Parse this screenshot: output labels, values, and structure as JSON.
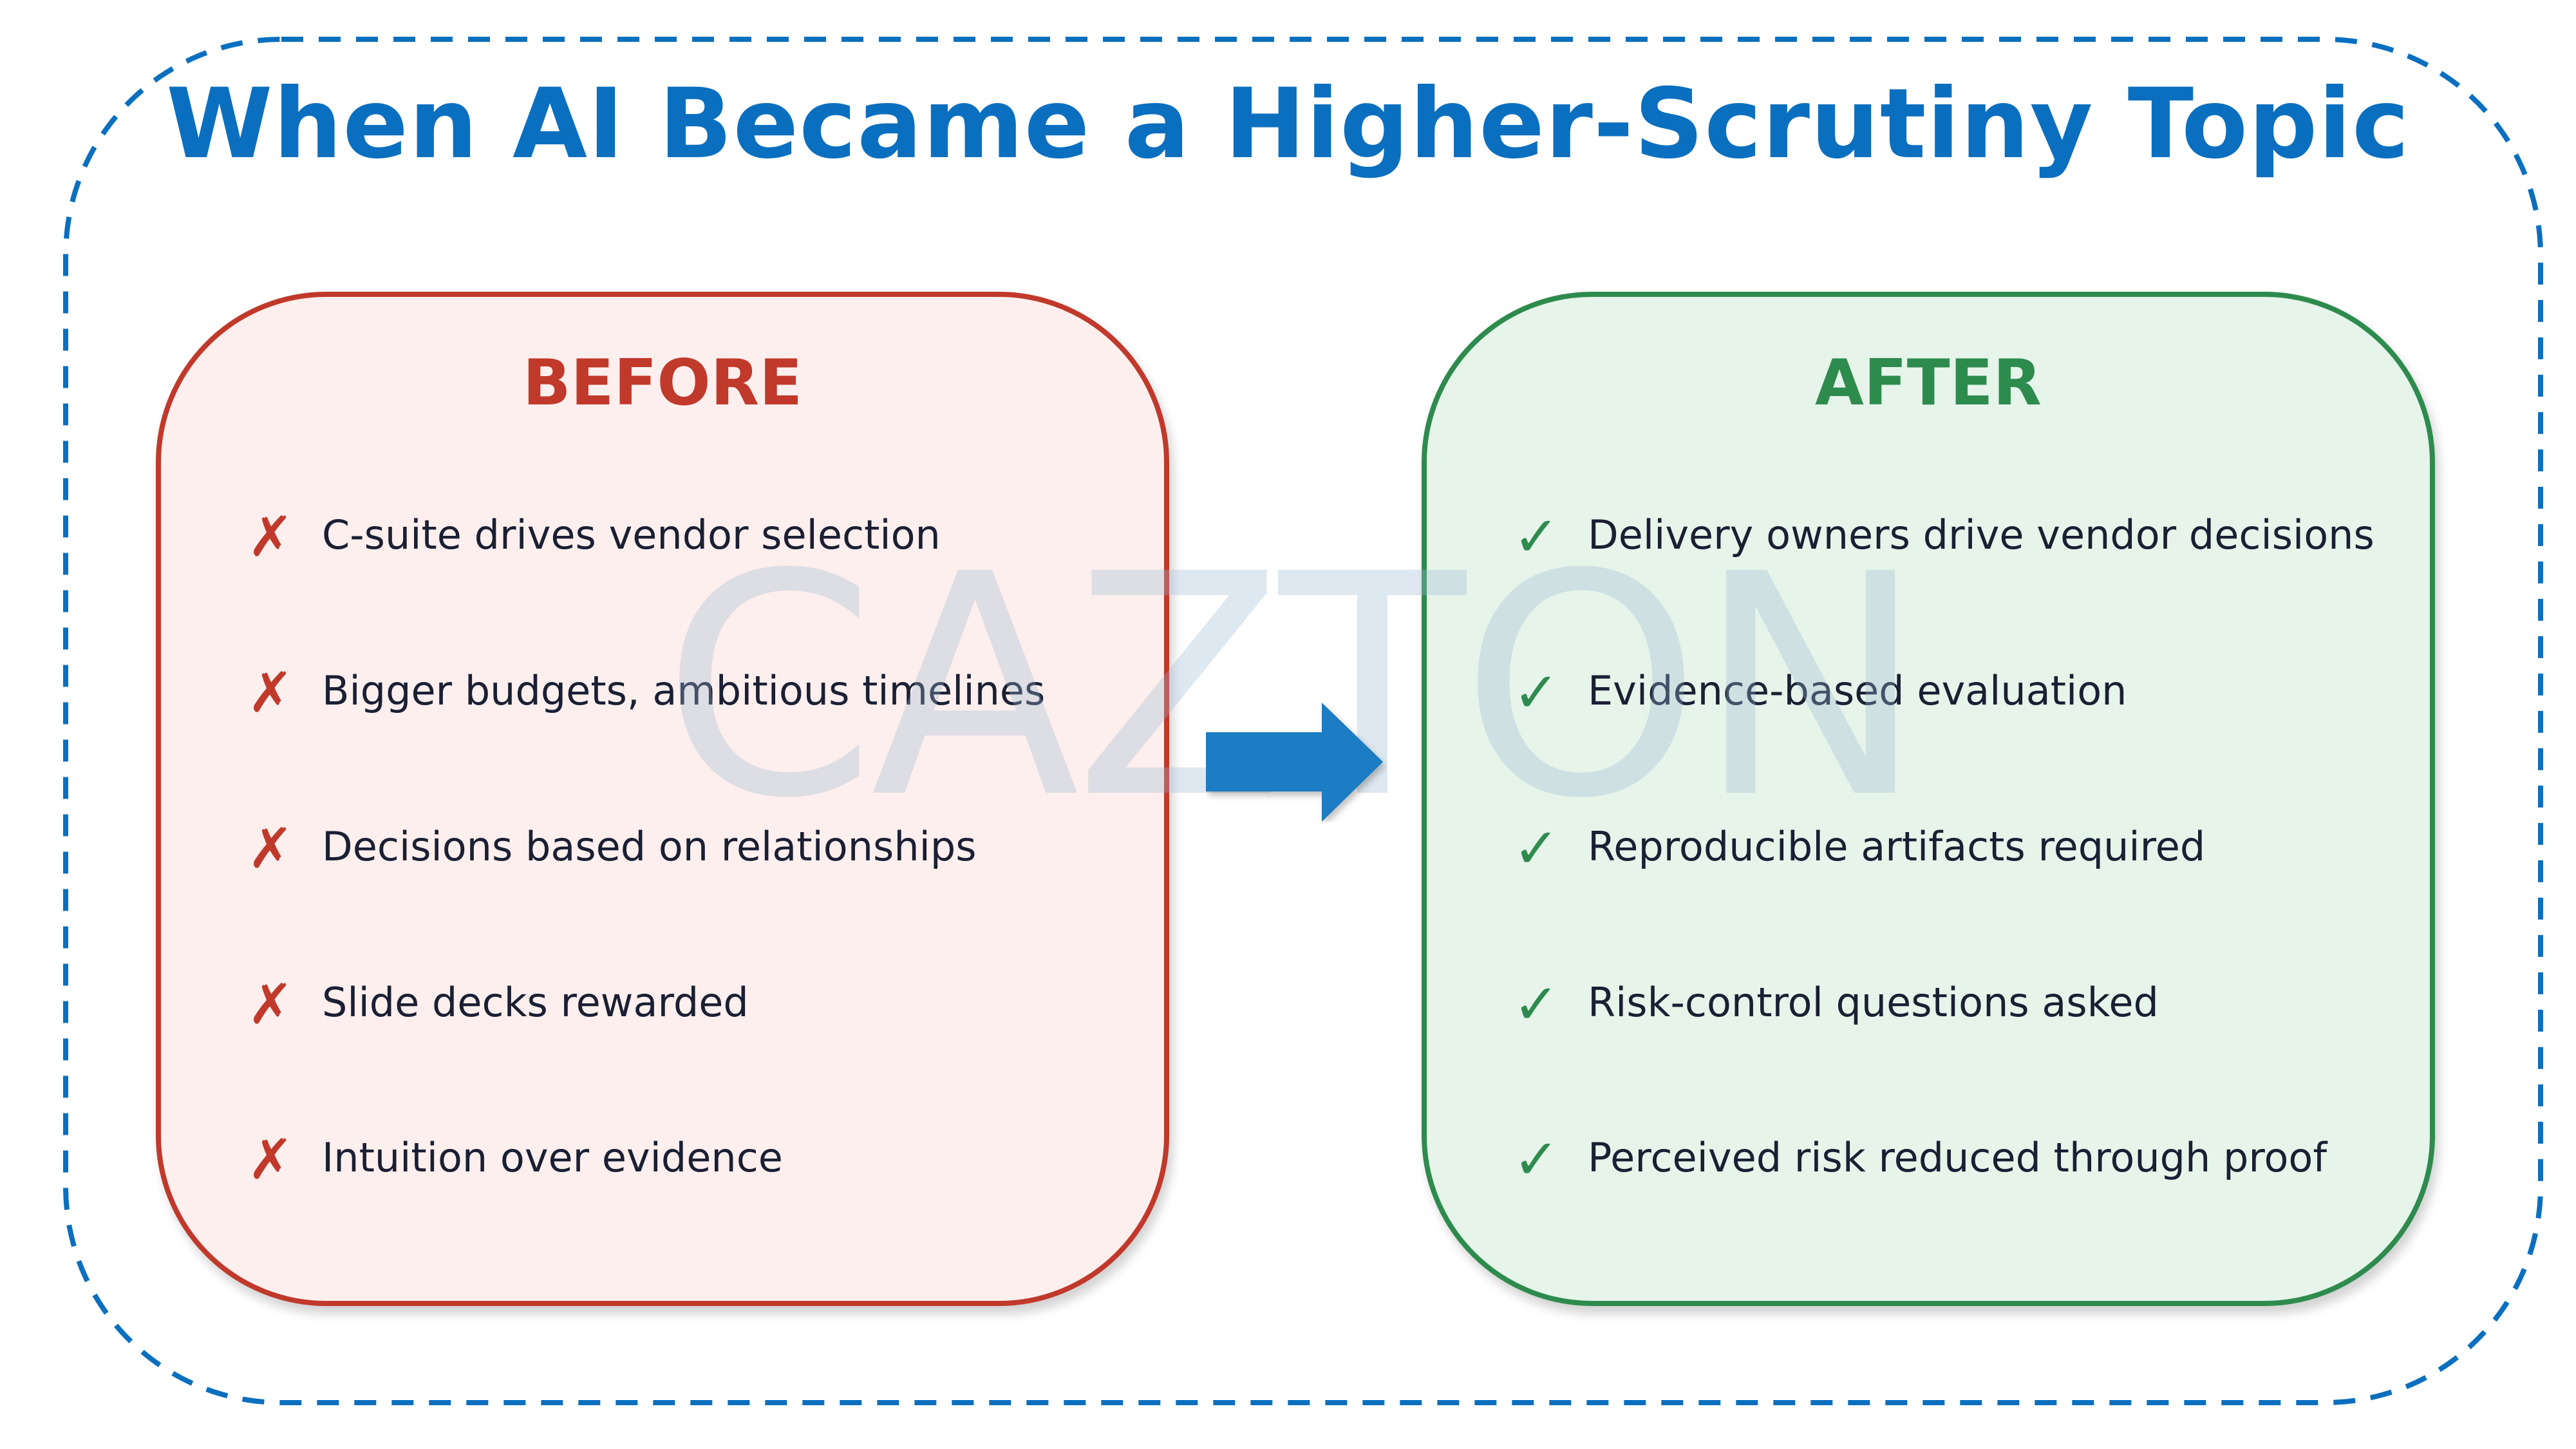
{
  "title": "When AI Became a Higher-Scrutiny Topic",
  "watermark": "CAZTON",
  "colors": {
    "title": "#0b6fbf",
    "border_dashed": "#0b6fbf",
    "before_accent": "#c0392b",
    "before_fill": "#fdefed",
    "after_accent": "#2e8b4e",
    "after_fill": "#e6f4ea",
    "arrow": "#1a7cc4",
    "text": "#1a1f33"
  },
  "before": {
    "heading": "BEFORE",
    "icon": "cross-mark-icon",
    "icon_glyph": "✗",
    "items": [
      "C-suite drives vendor selection",
      "Bigger budgets, ambitious timelines",
      "Decisions based on relationships",
      "Slide decks rewarded",
      "Intuition over evidence"
    ]
  },
  "after": {
    "heading": "AFTER",
    "icon": "check-mark-icon",
    "icon_glyph": "✓",
    "items": [
      "Delivery owners drive vendor decisions",
      "Evidence-based evaluation",
      "Reproducible artifacts required",
      "Risk-control questions asked",
      "Perceived risk reduced through proof"
    ]
  },
  "transition_icon": "right-arrow-icon"
}
